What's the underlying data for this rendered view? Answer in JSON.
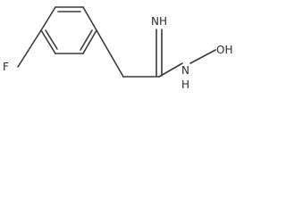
{
  "molecule": {
    "atoms": {
      "fluorine": "F",
      "imine": "NH",
      "amide_n": "N",
      "amide_h": "H",
      "hydroxyl": "OH"
    }
  },
  "colors": {
    "bond": "#3a3a3a",
    "label": "#2b2b2b",
    "background": "#ffffff"
  }
}
